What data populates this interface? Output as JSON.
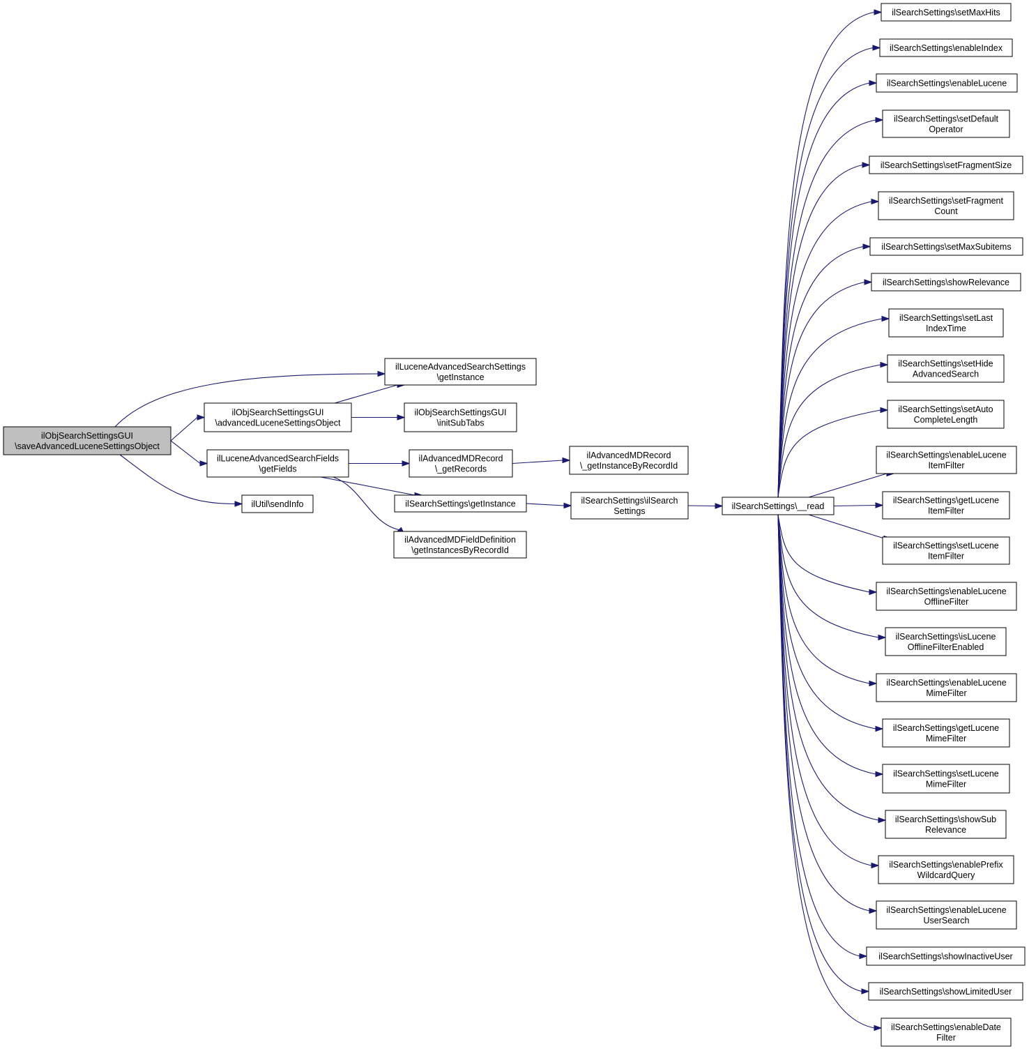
{
  "colors": {
    "edge": "#191970",
    "node_fill": "#ffffff",
    "root_fill": "#bfbfbf",
    "border": "#000000",
    "background": "#ffffff"
  },
  "nodes": [
    {
      "id": "n0",
      "lines": [
        "ilObjSearchSettingsGUI",
        "\\saveAdvancedLuceneSettingsObject"
      ],
      "root": true
    },
    {
      "id": "n1",
      "lines": [
        "ilLuceneAdvancedSearchSettings",
        "\\getInstance"
      ]
    },
    {
      "id": "n2",
      "lines": [
        "ilObjSearchSettingsGUI",
        "\\advancedLuceneSettingsObject"
      ]
    },
    {
      "id": "n3",
      "lines": [
        "ilObjSearchSettingsGUI",
        "\\initSubTabs"
      ]
    },
    {
      "id": "n4",
      "lines": [
        "ilLuceneAdvancedSearchFields",
        "\\getFields"
      ]
    },
    {
      "id": "n5",
      "lines": [
        "ilAdvancedMDRecord",
        "\\_getRecords"
      ]
    },
    {
      "id": "n6",
      "lines": [
        "ilAdvancedMDRecord",
        "\\_getInstanceByRecordId"
      ]
    },
    {
      "id": "n7",
      "lines": [
        "ilSearchSettings\\getInstance"
      ]
    },
    {
      "id": "n8",
      "lines": [
        "ilSearchSettings\\ilSearch",
        "Settings"
      ]
    },
    {
      "id": "n9",
      "lines": [
        "ilSearchSettings\\__read"
      ]
    },
    {
      "id": "n10",
      "lines": [
        "ilAdvancedMDFieldDefinition",
        "\\getInstancesByRecordId"
      ]
    },
    {
      "id": "n11",
      "lines": [
        "ilUtil\\sendInfo"
      ]
    },
    {
      "id": "r0",
      "lines": [
        "ilSearchSettings\\setMaxHits"
      ]
    },
    {
      "id": "r1",
      "lines": [
        "ilSearchSettings\\enableIndex"
      ]
    },
    {
      "id": "r2",
      "lines": [
        "ilSearchSettings\\enableLucene"
      ]
    },
    {
      "id": "r3",
      "lines": [
        "ilSearchSettings\\setDefault",
        "Operator"
      ]
    },
    {
      "id": "r4",
      "lines": [
        "ilSearchSettings\\setFragmentSize"
      ]
    },
    {
      "id": "r5",
      "lines": [
        "ilSearchSettings\\setFragment",
        "Count"
      ]
    },
    {
      "id": "r6",
      "lines": [
        "ilSearchSettings\\setMaxSubitems"
      ]
    },
    {
      "id": "r7",
      "lines": [
        "ilSearchSettings\\showRelevance"
      ]
    },
    {
      "id": "r8",
      "lines": [
        "ilSearchSettings\\setLast",
        "IndexTime"
      ]
    },
    {
      "id": "r9",
      "lines": [
        "ilSearchSettings\\setHide",
        "AdvancedSearch"
      ]
    },
    {
      "id": "r10",
      "lines": [
        "ilSearchSettings\\setAuto",
        "CompleteLength"
      ]
    },
    {
      "id": "r11",
      "lines": [
        "ilSearchSettings\\enableLucene",
        "ItemFilter"
      ]
    },
    {
      "id": "r12",
      "lines": [
        "ilSearchSettings\\getLucene",
        "ItemFilter"
      ]
    },
    {
      "id": "r13",
      "lines": [
        "ilSearchSettings\\setLucene",
        "ItemFilter"
      ]
    },
    {
      "id": "r14",
      "lines": [
        "ilSearchSettings\\enableLucene",
        "OfflineFilter"
      ]
    },
    {
      "id": "r15",
      "lines": [
        "ilSearchSettings\\isLucene",
        "OfflineFilterEnabled"
      ]
    },
    {
      "id": "r16",
      "lines": [
        "ilSearchSettings\\enableLucene",
        "MimeFilter"
      ]
    },
    {
      "id": "r17",
      "lines": [
        "ilSearchSettings\\getLucene",
        "MimeFilter"
      ]
    },
    {
      "id": "r18",
      "lines": [
        "ilSearchSettings\\setLucene",
        "MimeFilter"
      ]
    },
    {
      "id": "r19",
      "lines": [
        "ilSearchSettings\\showSub",
        "Relevance"
      ]
    },
    {
      "id": "r20",
      "lines": [
        "ilSearchSettings\\enablePrefix",
        "WildcardQuery"
      ]
    },
    {
      "id": "r21",
      "lines": [
        "ilSearchSettings\\enableLucene",
        "UserSearch"
      ]
    },
    {
      "id": "r22",
      "lines": [
        "ilSearchSettings\\showInactiveUser"
      ]
    },
    {
      "id": "r23",
      "lines": [
        "ilSearchSettings\\showLimitedUser"
      ]
    },
    {
      "id": "r24",
      "lines": [
        "ilSearchSettings\\enableDate",
        "Filter"
      ]
    }
  ],
  "edges": [
    [
      "n0",
      "n1"
    ],
    [
      "n0",
      "n2"
    ],
    [
      "n0",
      "n4"
    ],
    [
      "n0",
      "n11"
    ],
    [
      "n2",
      "n1"
    ],
    [
      "n2",
      "n3"
    ],
    [
      "n4",
      "n5"
    ],
    [
      "n4",
      "n7"
    ],
    [
      "n4",
      "n10"
    ],
    [
      "n5",
      "n6"
    ],
    [
      "n7",
      "n8"
    ],
    [
      "n8",
      "n9"
    ],
    [
      "n9",
      "r0"
    ],
    [
      "n9",
      "r1"
    ],
    [
      "n9",
      "r2"
    ],
    [
      "n9",
      "r3"
    ],
    [
      "n9",
      "r4"
    ],
    [
      "n9",
      "r5"
    ],
    [
      "n9",
      "r6"
    ],
    [
      "n9",
      "r7"
    ],
    [
      "n9",
      "r8"
    ],
    [
      "n9",
      "r9"
    ],
    [
      "n9",
      "r10"
    ],
    [
      "n9",
      "r11"
    ],
    [
      "n9",
      "r12"
    ],
    [
      "n9",
      "r13"
    ],
    [
      "n9",
      "r14"
    ],
    [
      "n9",
      "r15"
    ],
    [
      "n9",
      "r16"
    ],
    [
      "n9",
      "r17"
    ],
    [
      "n9",
      "r18"
    ],
    [
      "n9",
      "r19"
    ],
    [
      "n9",
      "r20"
    ],
    [
      "n9",
      "r21"
    ],
    [
      "n9",
      "r22"
    ],
    [
      "n9",
      "r23"
    ],
    [
      "n9",
      "r24"
    ]
  ]
}
